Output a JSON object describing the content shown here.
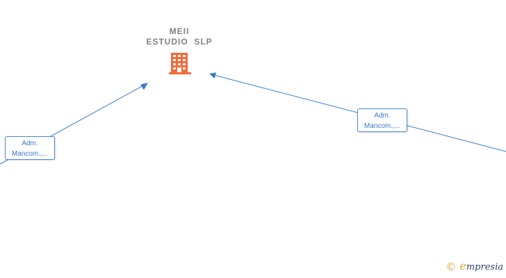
{
  "company": {
    "name_line_1": "MEII",
    "name_line_2": "ESTUDIO  SLP",
    "icon": "building-icon",
    "icon_color": "#f26a3a"
  },
  "edges": [
    {
      "label_line_1": "Adm.",
      "label_line_2": "Mancom.,..."
    },
    {
      "label_line_1": "Adm.",
      "label_line_2": "Mancom.,..."
    }
  ],
  "colors": {
    "edge": "#3b79c9",
    "company_text": "#808080"
  },
  "watermark": {
    "copyright": "©",
    "brand_first": "e",
    "brand_rest": "mpresia"
  }
}
